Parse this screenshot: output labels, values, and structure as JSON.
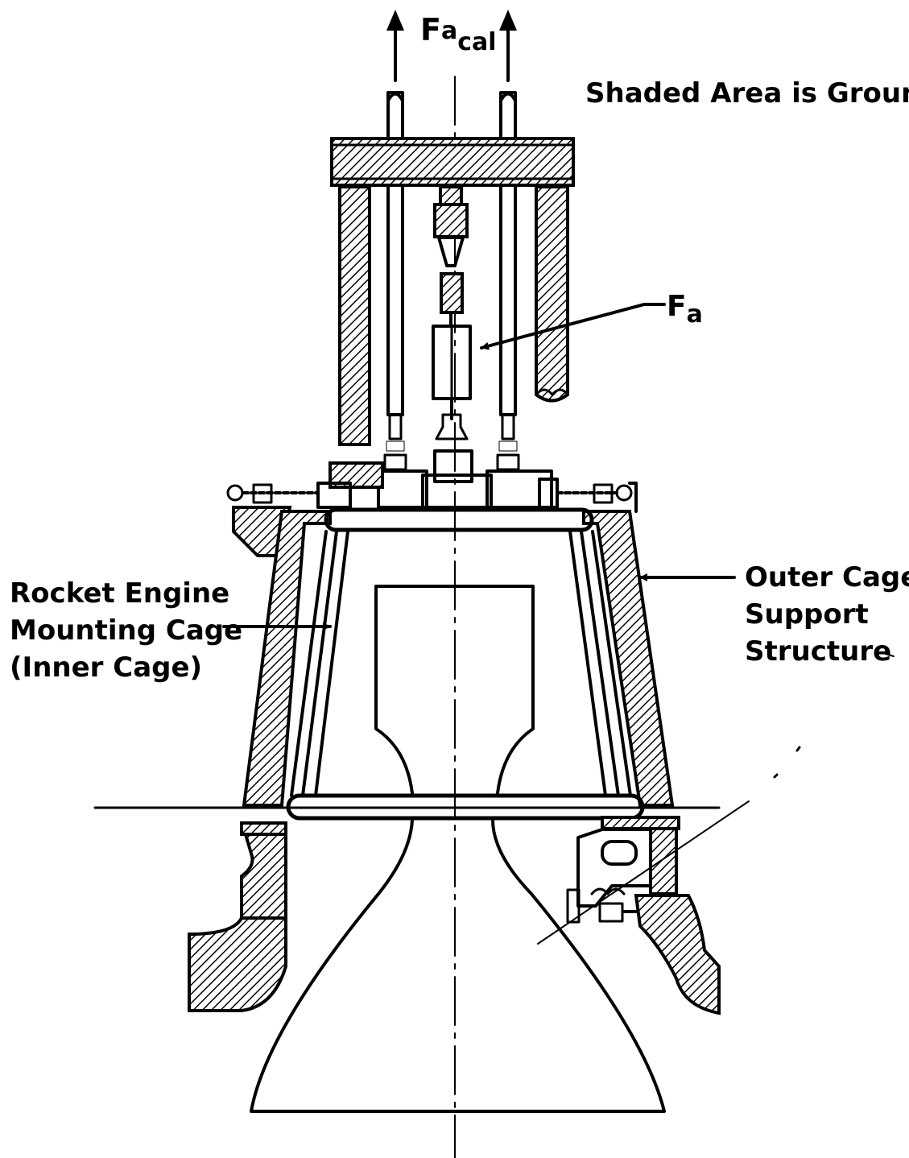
{
  "labels": {
    "calibration_force_base": "F",
    "calibration_force_sub": "a",
    "calibration_force_sub2": "cal",
    "shaded_note": "Shaded Area is Ground",
    "load_cell_base": "F",
    "load_cell_sub": "a",
    "inner_cage_line1": "Rocket Engine",
    "inner_cage_line2": "Mounting Cage",
    "inner_cage_line3": "(Inner Cage)",
    "outer_cage_line1": "Outer Cage",
    "outer_cage_line2": "Support",
    "outer_cage_line3": "Structure"
  },
  "colors": {
    "ink": "#000000",
    "background": "#ffffff"
  }
}
